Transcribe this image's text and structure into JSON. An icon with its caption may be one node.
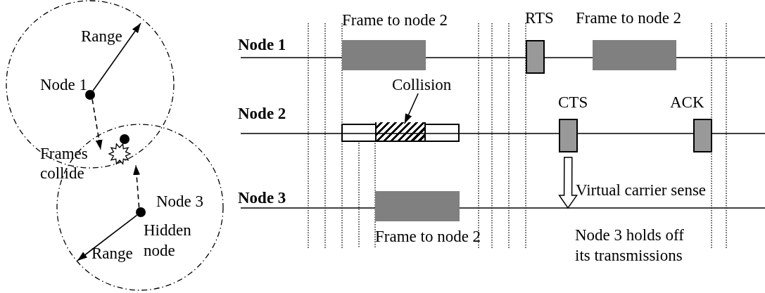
{
  "diagram": {
    "nodes": [
      {
        "text": [],
        "shape": "circle"
      },
      {
        "text": [],
        "shape": "circle"
      },
      {
        "text": [],
        "shape": "burst"
      },
      {
        "text": [],
        "shape": "circle"
      },
      {
        "text": [
          "Frame to node 2"
        ]
      },
      {
        "text": [
          "RTS"
        ]
      },
      {
        "text": [
          "Frame to node 2"
        ]
      },
      {
        "text": [
          "Collision"
        ]
      },
      {
        "text": [],
        "shape": "bar"
      },
      {
        "text": [],
        "shape": "box",
        "in": 8
      },
      {
        "text": [
          "CTS"
        ]
      },
      {
        "text": [
          "ACK"
        ]
      },
      {
        "text": [
          "Frame to node 2"
        ]
      }
    ],
    "edges": [
      {
        "from": 0,
        "to": null,
        "arrow": "to",
        "label": "Range"
      },
      {
        "from": 0,
        "to": 2,
        "arrow": "to",
        "style": "dashed"
      },
      {
        "from": 3,
        "to": 2,
        "arrow": "to",
        "style": "dashed"
      },
      {
        "from": 3,
        "to": null,
        "arrow": "to",
        "label": "Range"
      },
      {
        "from": 7,
        "to": 9,
        "arrow": "to"
      },
      {
        "from": 10,
        "to": null,
        "arrow": "to",
        "style": "thick",
        "label": "Virtual carrier sense"
      }
    ],
    "labels": [
      "Node 1",
      "Frames collide",
      "Node 3",
      "Hidden node",
      "Node 1",
      "Node 2",
      "Node 3",
      "Node 3 holds off its transmissions"
    ]
  }
}
